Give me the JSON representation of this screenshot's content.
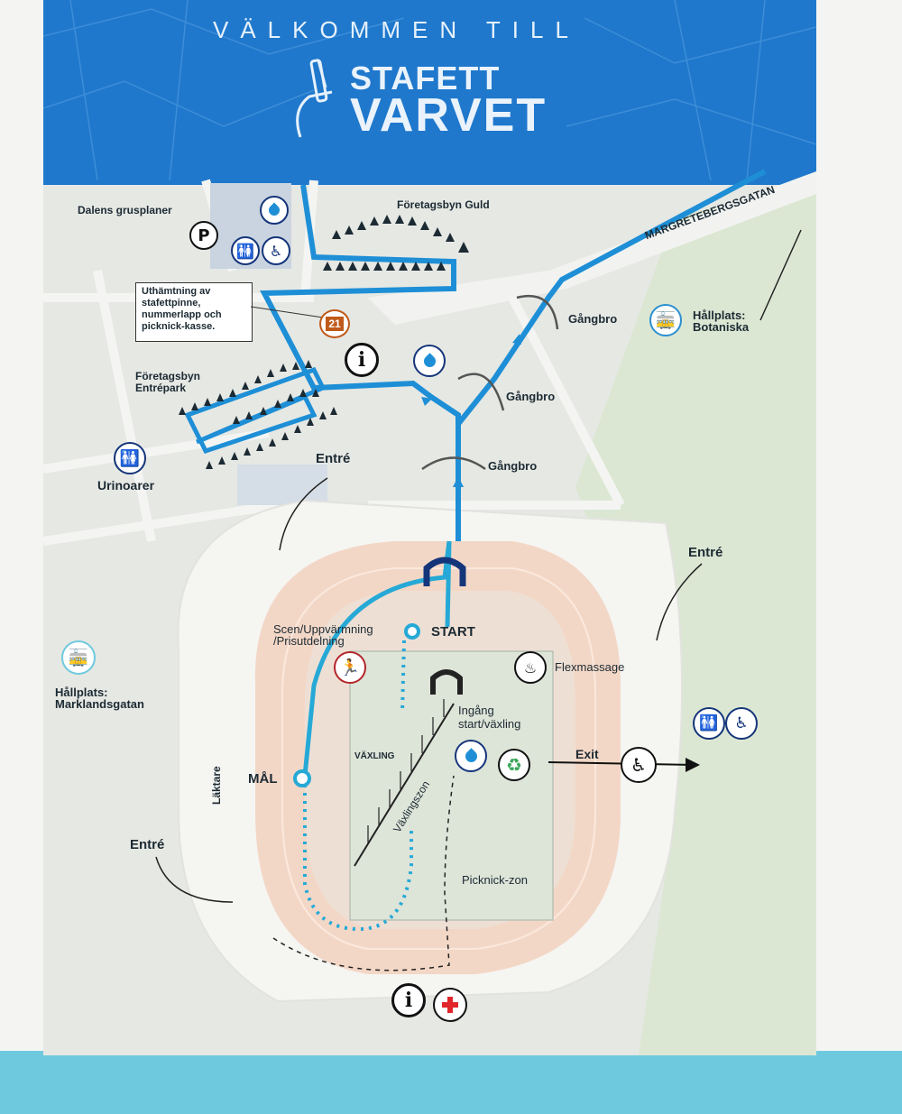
{
  "header": {
    "welcome": "VÄLKOMMEN TILL",
    "brand_line1": "STAFETT",
    "brand_line2": "VARVET"
  },
  "labels": {
    "dalens_grusplaner": "Dalens grusplaner",
    "foretagsbyn_guld": "Företagsbyn Guld",
    "margretebergsgatan": "MARGRETEBERGSGATAN",
    "uthamtning_1": "Uthämtning av",
    "uthamtning_2": "stafettpinne,",
    "uthamtning_3": "nummerlapp och",
    "uthamtning_4": "picknick-kasse.",
    "foretagsbyn_entrepark_1": "Företagsbyn",
    "foretagsbyn_entrepark_2": "Entrépark",
    "gangbro_1": "Gångbro",
    "gangbro_2": "Gångbro",
    "gangbro_3": "Gångbro",
    "hallplats_botaniska_1": "Hållplats:",
    "hallplats_botaniska_2": "Botaniska",
    "urinoarer": "Urinoarer",
    "entre_top": "Entré",
    "entre_right": "Entré",
    "entre_left": "Entré",
    "scen_1": "Scen/Uppvärmning",
    "scen_2": "/Prisutdelning",
    "start": "START",
    "flexmassage": "Flexmassage",
    "hallplats_marklandsgatan_1": "Hållplats:",
    "hallplats_marklandsgatan_2": "Marklandsgatan",
    "ingang_1": "Ingång",
    "ingang_2": "start/växling",
    "vaxling": "VÄXLING",
    "vaxlingszon": "Växlingszon",
    "exit": "Exit",
    "mal": "MÅL",
    "laktare": "Läktare",
    "picknick_zon": "Picknick-zon"
  },
  "icons": {
    "parking": "P",
    "pickup_number": "21",
    "info": "i"
  },
  "colors": {
    "header_blue": "#1f78cc",
    "route_blue": "#1e8fd6",
    "track_peach": "#f3d7c6",
    "field_green": "#dbe7d3",
    "navy": "#15357a",
    "red_cross": "#e0262a",
    "recycle_green": "#3aa65b"
  }
}
